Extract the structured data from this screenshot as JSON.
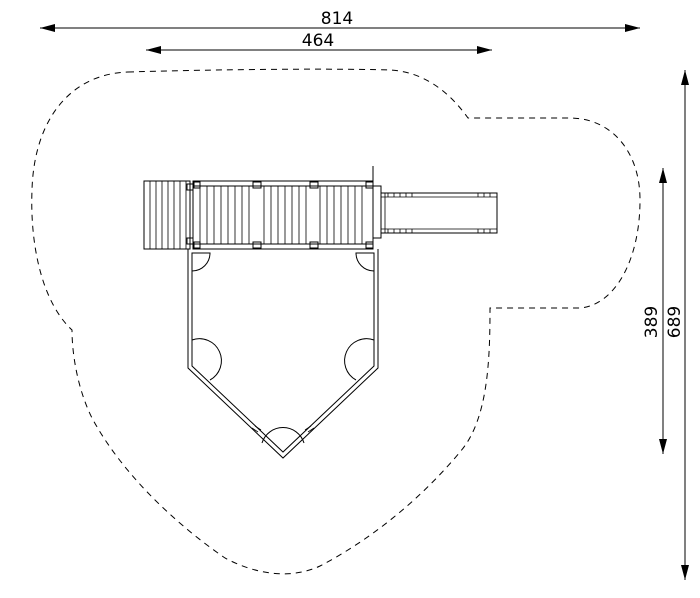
{
  "dimensions": {
    "overall_width": "814",
    "tower_width": "464",
    "tower_depth": "389",
    "overall_depth": "689"
  }
}
